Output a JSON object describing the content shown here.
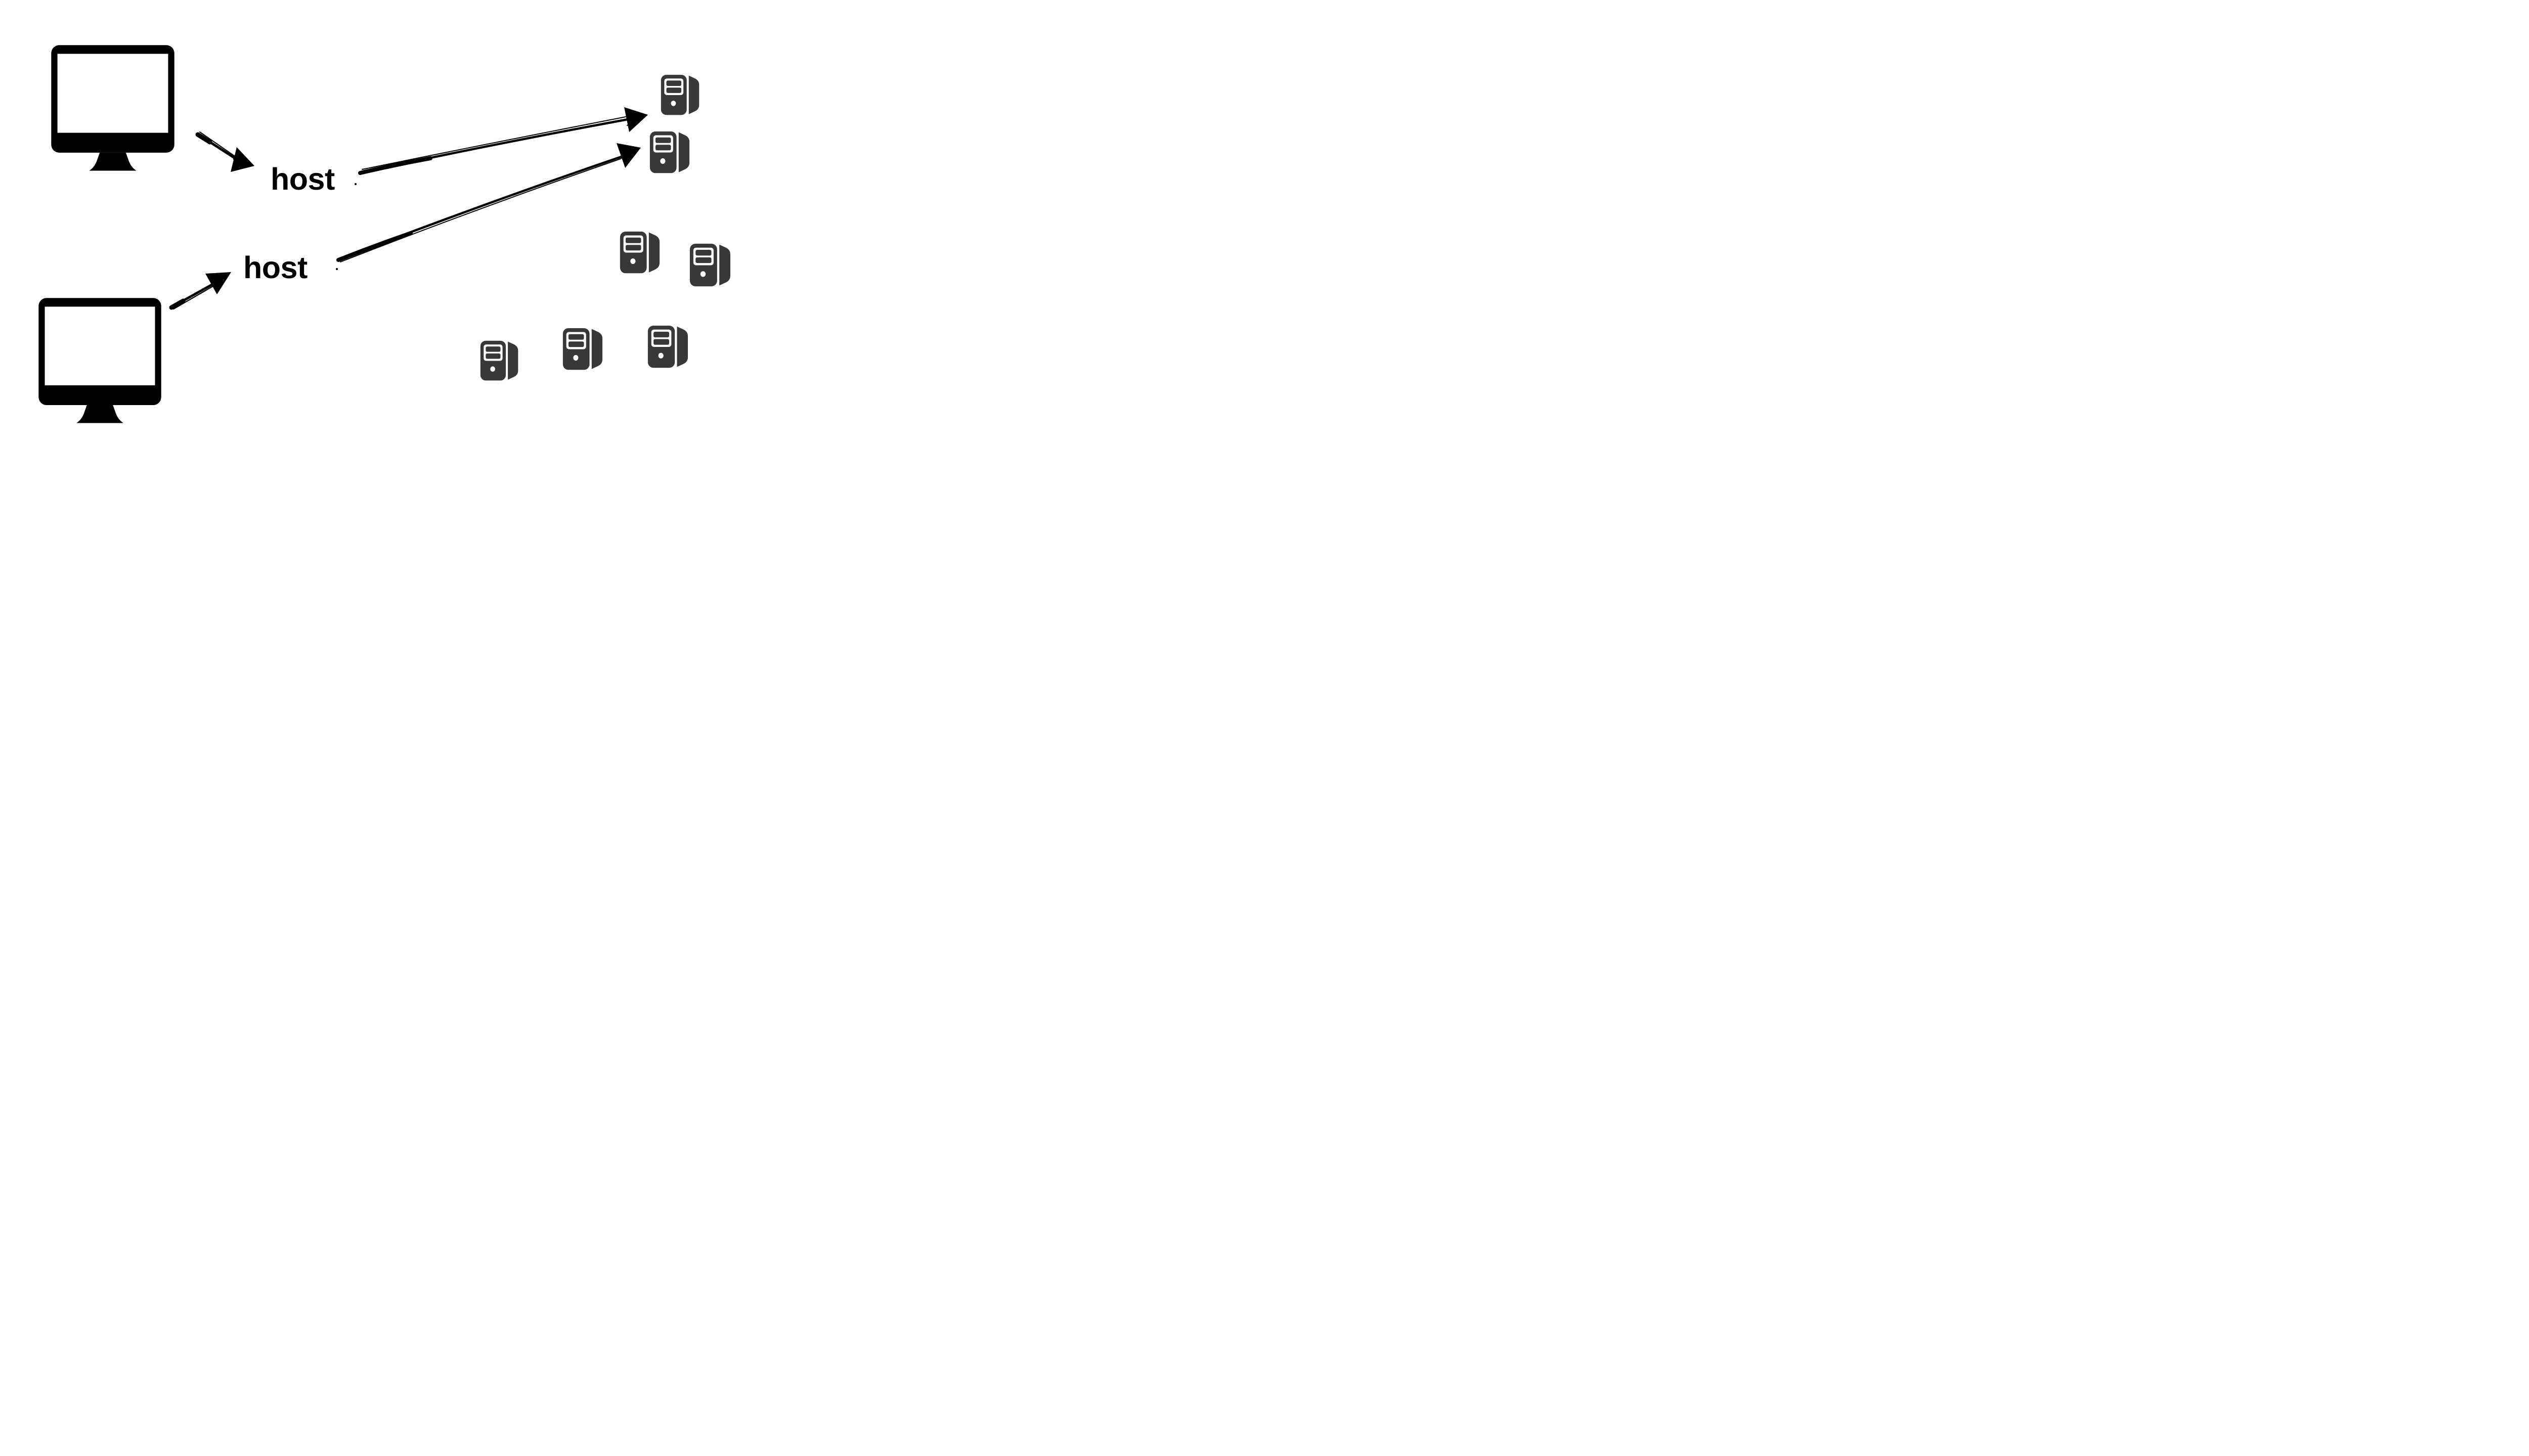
{
  "diagram": {
    "title": "hosts forwarding clients to servers (hand-drawn network sketch)",
    "background_color": "#ffffff",
    "ink_color": "#000000",
    "server_color": "#383838",
    "clients": [
      {
        "id": "client-1",
        "icon": "desktop-monitor-icon"
      },
      {
        "id": "client-2",
        "icon": "desktop-monitor-icon"
      }
    ],
    "hosts": [
      {
        "id": "host-1",
        "label": "host"
      },
      {
        "id": "host-2",
        "label": "host"
      }
    ],
    "servers": [
      {
        "id": "server-1",
        "icon": "server-tower-icon"
      },
      {
        "id": "server-2",
        "icon": "server-tower-icon"
      },
      {
        "id": "server-3",
        "icon": "server-tower-icon"
      },
      {
        "id": "server-4",
        "icon": "server-tower-icon"
      },
      {
        "id": "server-5",
        "icon": "server-tower-icon"
      },
      {
        "id": "server-6",
        "icon": "server-tower-icon"
      },
      {
        "id": "server-7",
        "icon": "server-tower-icon"
      }
    ],
    "arrows": [
      {
        "id": "arrow-1",
        "from": "client-1",
        "to": "host-1",
        "style": "hand-drawn-sketch"
      },
      {
        "id": "arrow-2",
        "from": "client-2",
        "to": "host-2",
        "style": "hand-drawn-sketch"
      },
      {
        "id": "arrow-3",
        "from": "host-1",
        "to": "server-1",
        "style": "hand-drawn-sketch"
      },
      {
        "id": "arrow-4",
        "from": "host-2",
        "to": "server-2",
        "style": "hand-drawn-sketch"
      }
    ]
  }
}
